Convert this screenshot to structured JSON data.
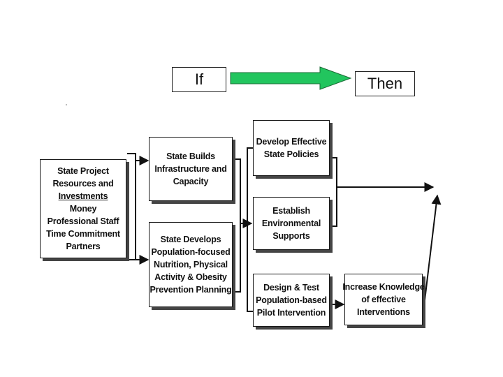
{
  "header": {
    "if_label": "If",
    "then_label": "Then",
    "arrow_color": "#22c55e"
  },
  "boxes": {
    "inputs": {
      "line1": "State Project",
      "line2": "Resources and",
      "line3": "Investments",
      "line4": "Money",
      "line5": "Professional Staff",
      "line6": "Time Commitment",
      "line7": "Partners"
    },
    "infrastructure": {
      "line1": "State Builds",
      "line2": "Infrastructure and",
      "line3": "Capacity"
    },
    "planning": {
      "line1": "State Develops",
      "line2": "Population-focused",
      "line3": "Nutrition, Physical",
      "line4": "Activity & Obesity",
      "line5": "Prevention Planning"
    },
    "policies": {
      "line1": "Develop Effective",
      "line2": "State Policies"
    },
    "supports": {
      "line1": "Establish",
      "line2": "Environmental",
      "line3": "Supports"
    },
    "pilot": {
      "line1": "Design & Test",
      "line2": "Population-based",
      "line3": "Pilot Intervention"
    },
    "knowledge": {
      "line1": "Increase Knowledge",
      "line2": "of effective",
      "line3": "Interventions"
    }
  }
}
